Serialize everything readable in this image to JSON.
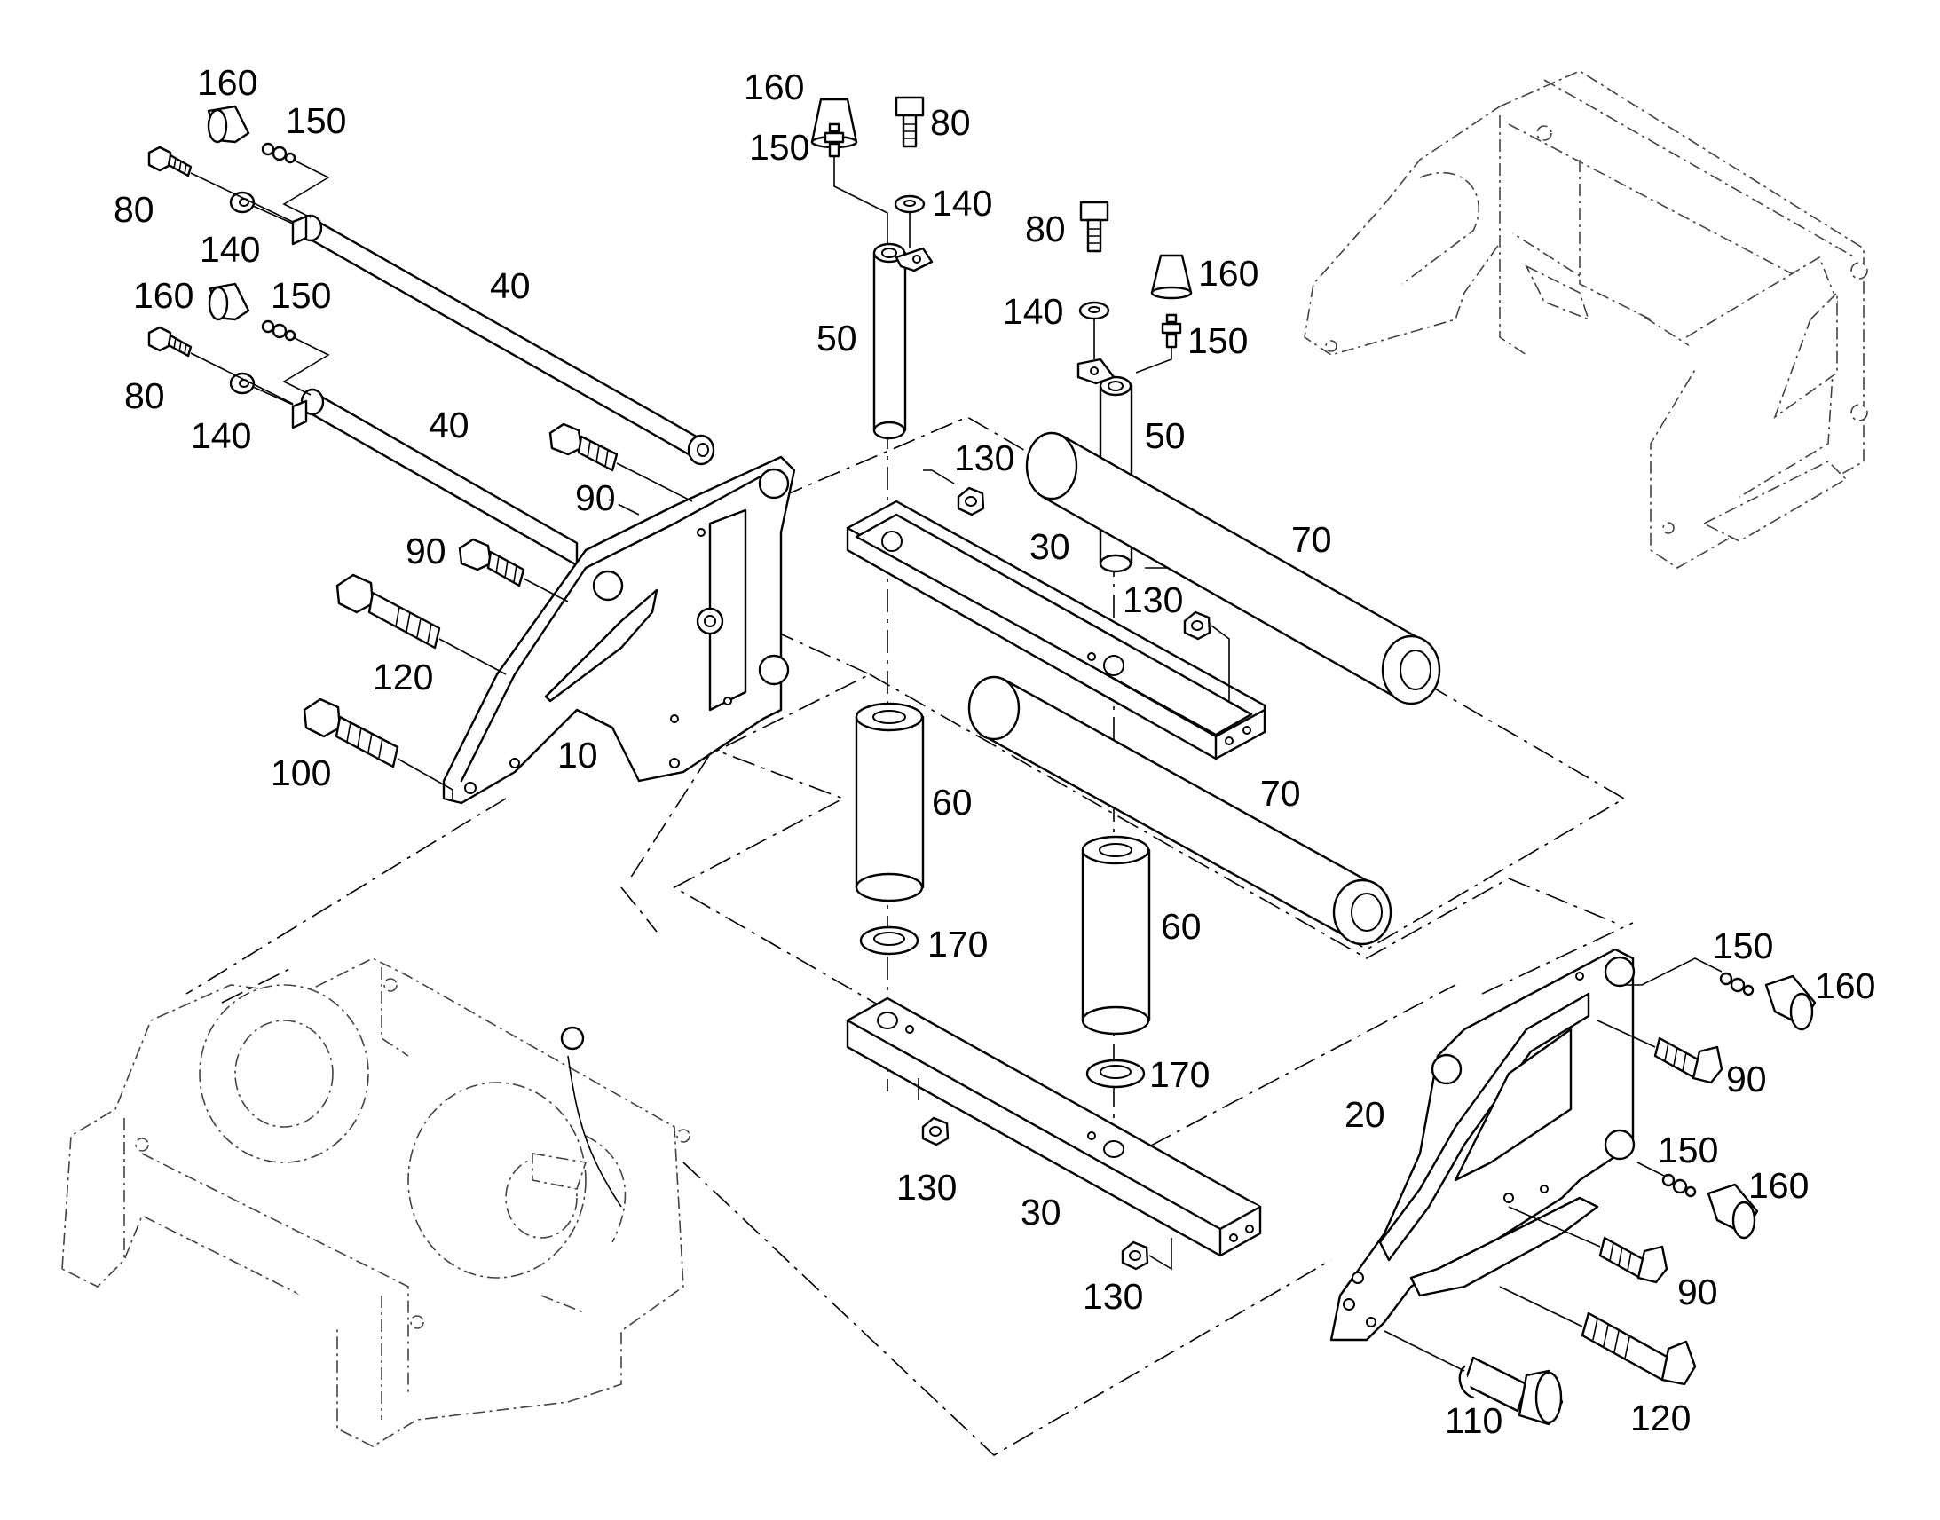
{
  "figure": {
    "type": "exploded-parts-diagram",
    "background": "#ffffff",
    "line_color": "#000000"
  },
  "callouts": [
    {
      "id": "c-160-a",
      "text": "160"
    },
    {
      "id": "c-150-a",
      "text": "150"
    },
    {
      "id": "c-80-a",
      "text": "80"
    },
    {
      "id": "c-140-a",
      "text": "140"
    },
    {
      "id": "c-40-a",
      "text": "40"
    },
    {
      "id": "c-160-b",
      "text": "160"
    },
    {
      "id": "c-150-b",
      "text": "150"
    },
    {
      "id": "c-80-b",
      "text": "80"
    },
    {
      "id": "c-140-b",
      "text": "140"
    },
    {
      "id": "c-40-b",
      "text": "40"
    },
    {
      "id": "c-90-a",
      "text": "90"
    },
    {
      "id": "c-90-b",
      "text": "90"
    },
    {
      "id": "c-120-a",
      "text": "120"
    },
    {
      "id": "c-100",
      "text": "100"
    },
    {
      "id": "c-10",
      "text": "10"
    },
    {
      "id": "c-160-c",
      "text": "160"
    },
    {
      "id": "c-150-c",
      "text": "150"
    },
    {
      "id": "c-80-c",
      "text": "80"
    },
    {
      "id": "c-140-c",
      "text": "140"
    },
    {
      "id": "c-50-a",
      "text": "50"
    },
    {
      "id": "c-80-d",
      "text": "80"
    },
    {
      "id": "c-140-d",
      "text": "140"
    },
    {
      "id": "c-160-d",
      "text": "160"
    },
    {
      "id": "c-150-d",
      "text": "150"
    },
    {
      "id": "c-50-b",
      "text": "50"
    },
    {
      "id": "c-130-a",
      "text": "130"
    },
    {
      "id": "c-30-a",
      "text": "30"
    },
    {
      "id": "c-70-a",
      "text": "70"
    },
    {
      "id": "c-130-b",
      "text": "130"
    },
    {
      "id": "c-60-a",
      "text": "60"
    },
    {
      "id": "c-70-b",
      "text": "70"
    },
    {
      "id": "c-170-a",
      "text": "170"
    },
    {
      "id": "c-60-b",
      "text": "60"
    },
    {
      "id": "c-170-b",
      "text": "170"
    },
    {
      "id": "c-130-c",
      "text": "130"
    },
    {
      "id": "c-30-b",
      "text": "30"
    },
    {
      "id": "c-130-d",
      "text": "130"
    },
    {
      "id": "c-150-e",
      "text": "150"
    },
    {
      "id": "c-160-e",
      "text": "160"
    },
    {
      "id": "c-90-c",
      "text": "90"
    },
    {
      "id": "c-20",
      "text": "20"
    },
    {
      "id": "c-150-f",
      "text": "150"
    },
    {
      "id": "c-160-f",
      "text": "160"
    },
    {
      "id": "c-90-d",
      "text": "90"
    },
    {
      "id": "c-110",
      "text": "110"
    },
    {
      "id": "c-120-b",
      "text": "120"
    }
  ]
}
